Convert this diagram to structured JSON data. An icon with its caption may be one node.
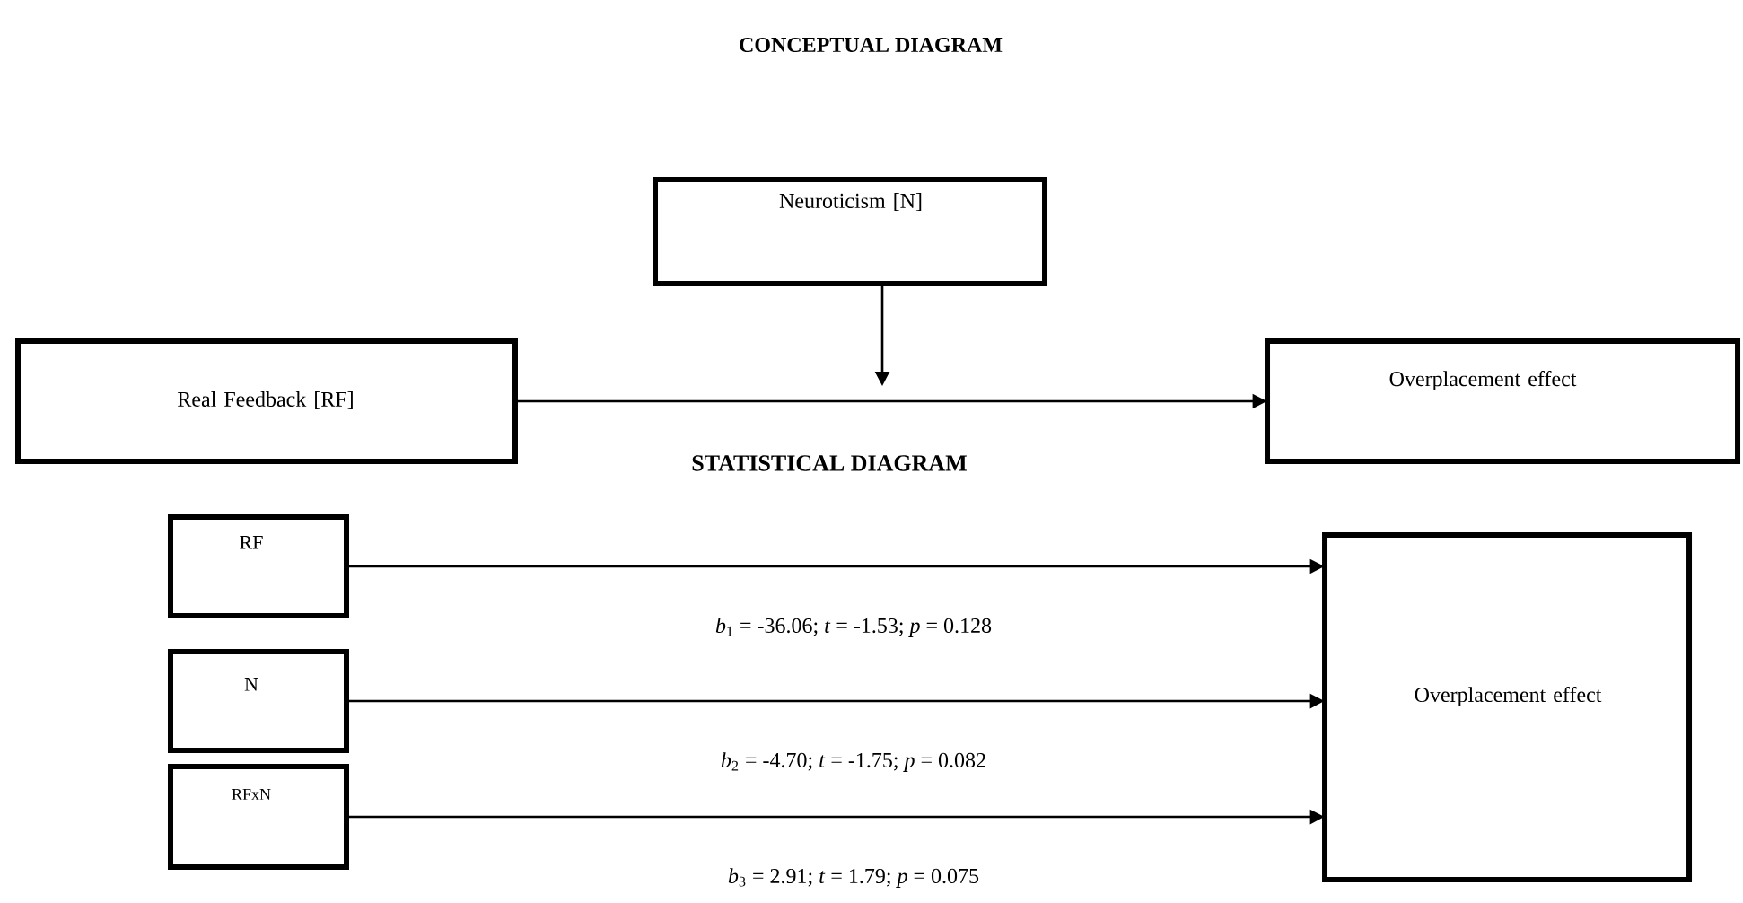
{
  "diagram": {
    "title": "CONCEPTUAL DIAGRAM",
    "nodes": [
      {
        "text": [
          "Neuroticism [N]"
        ]
      },
      {
        "text": [
          "Real Feedback [RF]"
        ]
      },
      {
        "text": [
          "Overplacement effect"
        ]
      },
      {
        "text": [
          "RF"
        ]
      },
      {
        "text": [
          "N"
        ]
      },
      {
        "text": [
          "RFxN"
        ]
      },
      {
        "text": [
          "Overplacement effect"
        ]
      }
    ],
    "edges": [
      {
        "from": 1,
        "to": 2,
        "arrow": "to"
      },
      {
        "from": 0,
        "to": null,
        "arrow": "to"
      },
      {
        "from": 3,
        "to": 6,
        "arrow": "to",
        "label": "*b*$_{1}$ = -36.06; *t* = -1.53; *p* = 0.128"
      },
      {
        "from": 4,
        "to": 6,
        "arrow": "to",
        "label": "*b*$_{2}$ = -4.70; *t* = -1.75; *p* = 0.082"
      },
      {
        "from": 5,
        "to": 6,
        "arrow": "to",
        "label": "*b*$_{3}$ = 2.91; *t* = 1.79; *p* = 0.075"
      }
    ],
    "labels": [
      "STATISTICAL DIAGRAM"
    ]
  }
}
